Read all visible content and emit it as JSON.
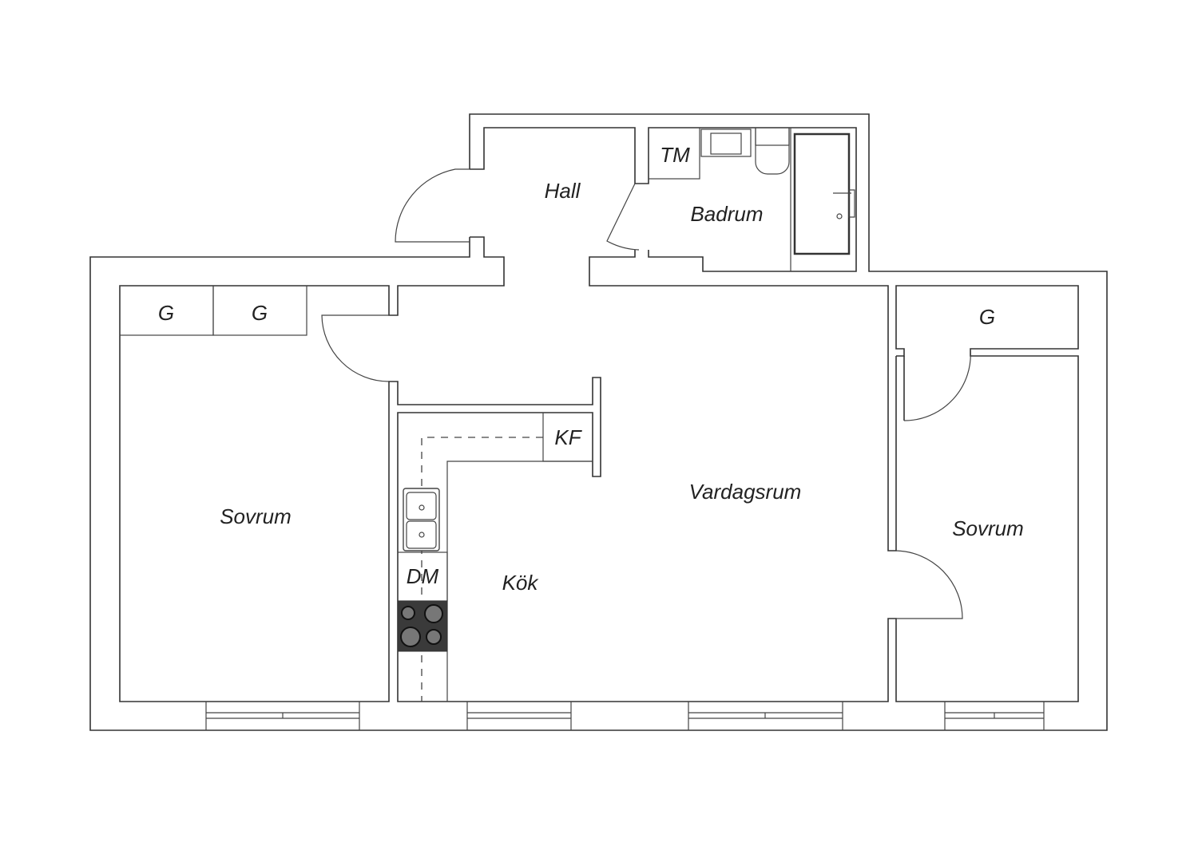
{
  "rooms": {
    "hall": "Hall",
    "badrum": "Badrum",
    "tm": "TM",
    "sovrum_left": "Sovrum",
    "g1": "G",
    "g2": "G",
    "g3": "G",
    "sovrum_right": "Sovrum",
    "kf": "KF",
    "vardagsrum": "Vardagsrum",
    "dm": "DM",
    "kok": "Kök"
  },
  "colors": {
    "line": "#333333",
    "stove": "#3a3a3a",
    "burner": "#777777"
  }
}
